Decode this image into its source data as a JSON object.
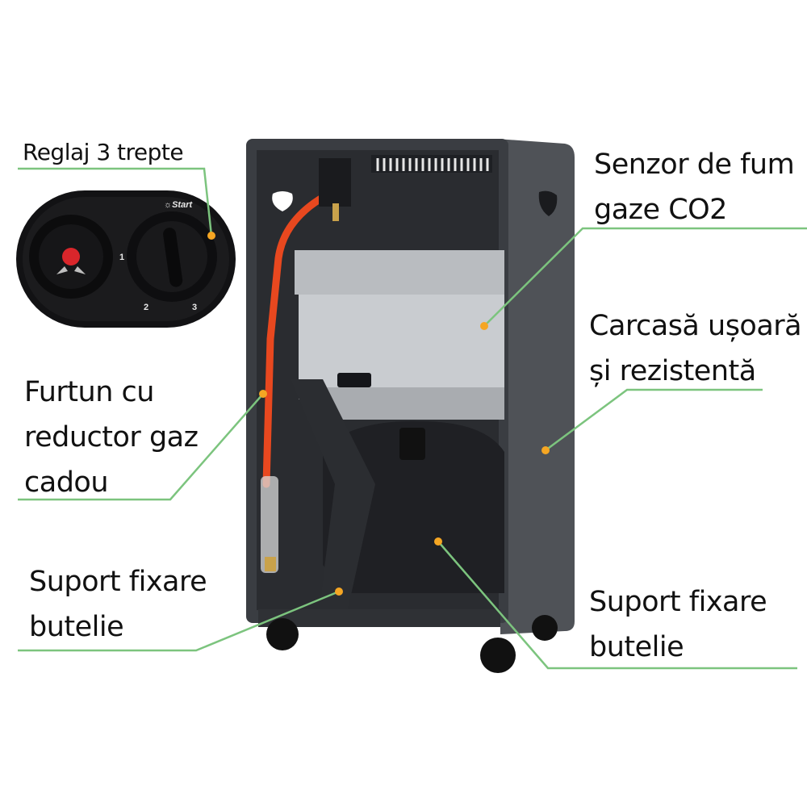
{
  "title": "Gas heater feature annotations",
  "accent_colors": {
    "leader_line": "#7cc47e",
    "callout_dot": "#f5a623",
    "hose": "#e8481f",
    "body": "#4a4d52"
  },
  "control_panel": {
    "start_label": "Start",
    "positions": [
      "1",
      "2",
      "3"
    ]
  },
  "callouts": [
    {
      "id": "reglaj",
      "lines": [
        "Reglaj 3 trepte"
      ]
    },
    {
      "id": "senzor",
      "lines": [
        "Senzor de fum",
        "gaze CO2"
      ]
    },
    {
      "id": "carcasa",
      "lines": [
        "Carcasă ușoară",
        "și rezistentă"
      ]
    },
    {
      "id": "furtun",
      "lines": [
        "Furtun cu",
        "reductor gaz",
        "cadou"
      ]
    },
    {
      "id": "suport-left",
      "lines": [
        "Suport fixare",
        "butelie"
      ]
    },
    {
      "id": "suport-right",
      "lines": [
        "Suport fixare",
        "butelie"
      ]
    }
  ]
}
